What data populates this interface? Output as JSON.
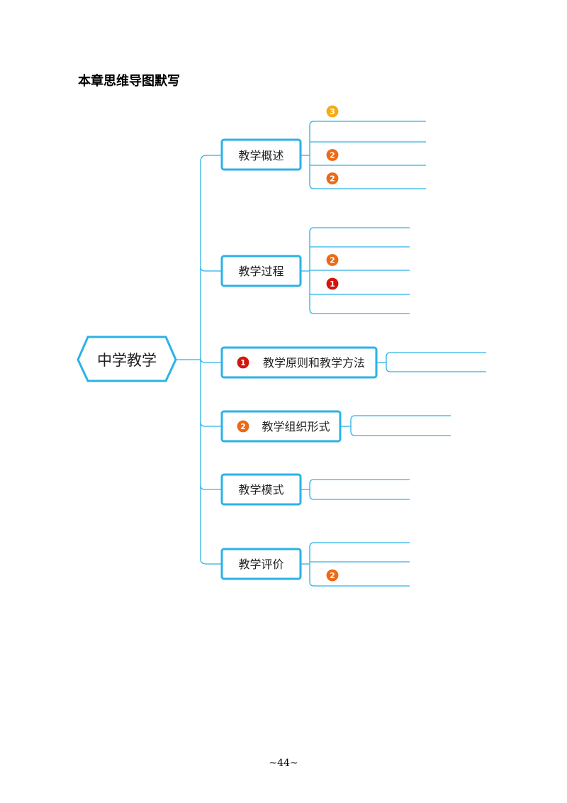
{
  "heading": "本章思维导图默写",
  "root": {
    "label": "中学教学"
  },
  "branches": [
    {
      "label": "教学概述",
      "badge": "",
      "subs": [
        {
          "badge": "3"
        },
        {
          "badge": ""
        },
        {
          "badge": "2"
        },
        {
          "badge": "2"
        }
      ]
    },
    {
      "label": "教学过程",
      "badge": "",
      "subs": [
        {
          "badge": ""
        },
        {
          "badge": "2"
        },
        {
          "badge": "1"
        },
        {
          "badge": ""
        }
      ]
    },
    {
      "label": "教学原则和教学方法",
      "badge": "1",
      "subs": [
        {
          "badge": ""
        }
      ]
    },
    {
      "label": "教学组织形式",
      "badge": "2",
      "subs": [
        {
          "badge": ""
        }
      ]
    },
    {
      "label": "教学模式",
      "badge": "",
      "subs": [
        {
          "badge": ""
        }
      ]
    },
    {
      "label": "教学评价",
      "badge": "",
      "subs": [
        {
          "badge": ""
        },
        {
          "badge": "2"
        }
      ]
    }
  ],
  "colors": {
    "line": "#2bb2e6",
    "badge_1": "#d4150c",
    "badge_2": "#ec6a17",
    "badge_3": "#f2ac16"
  },
  "page_number": "~44~"
}
